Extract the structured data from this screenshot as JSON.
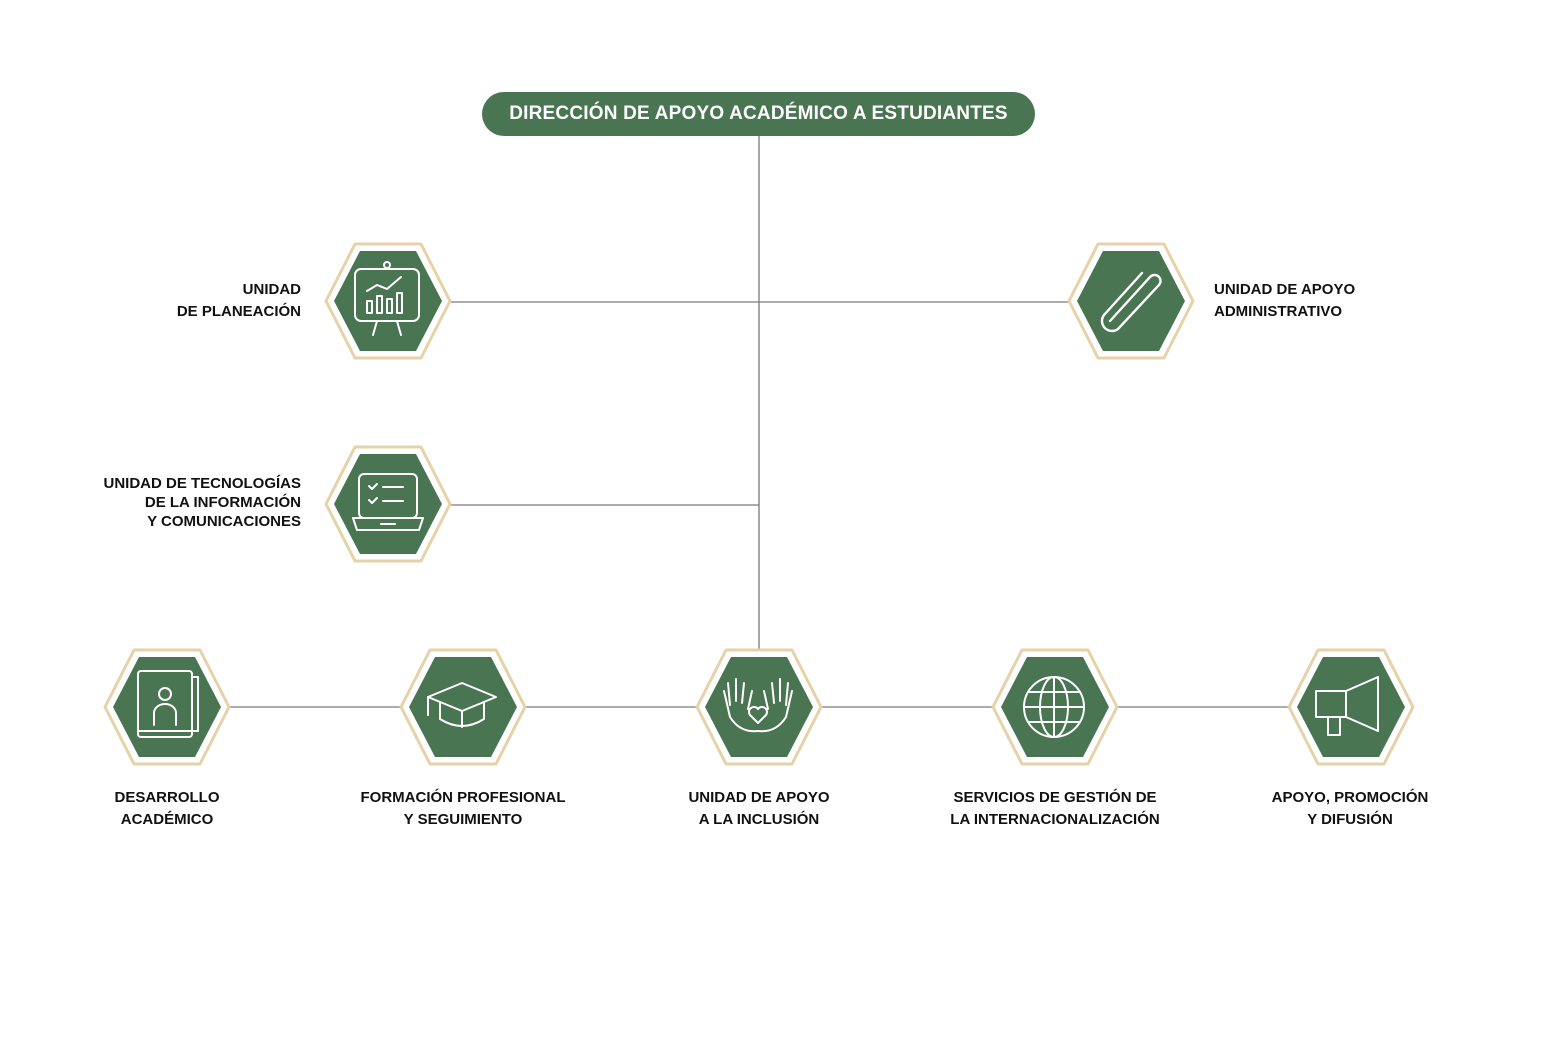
{
  "colors": {
    "green": "#4a7552",
    "gold_border": "#e6d2a8",
    "line": "#7a7a7a"
  },
  "root": {
    "title": "DIRECCIÓN DE APOYO ACADÉMICO A ESTUDIANTES"
  },
  "units": {
    "planeacion": {
      "icon": "presentation-chart-icon",
      "line1": "UNIDAD",
      "line2": "DE PLANEACIÓN"
    },
    "administrativo": {
      "icon": "paperclip-icon",
      "line1": "UNIDAD DE APOYO",
      "line2": "ADMINISTRATIVO"
    },
    "tic": {
      "icon": "laptop-checklist-icon",
      "line1": "UNIDAD DE TECNOLOGÍAS",
      "line2": "DE LA INFORMACIÓN",
      "line3": "Y COMUNICACIONES"
    },
    "desarrollo": {
      "icon": "profile-book-icon",
      "line1": "DESARROLLO",
      "line2": "ACADÉMICO"
    },
    "formacion": {
      "icon": "graduation-cap-icon",
      "line1": "FORMACIÓN PROFESIONAL",
      "line2": "Y SEGUIMIENTO"
    },
    "inclusion": {
      "icon": "hands-heart-icon",
      "line1": "UNIDAD DE APOYO",
      "line2": "A LA INCLUSIÓN"
    },
    "internacionalizacion": {
      "icon": "globe-icon",
      "line1": "SERVICIOS DE GESTIÓN DE",
      "line2": "LA INTERNACIONALIZACIÓN"
    },
    "difusion": {
      "icon": "megaphone-icon",
      "line1": "APOYO, PROMOCIÓN",
      "line2": "Y DIFUSIÓN"
    }
  }
}
